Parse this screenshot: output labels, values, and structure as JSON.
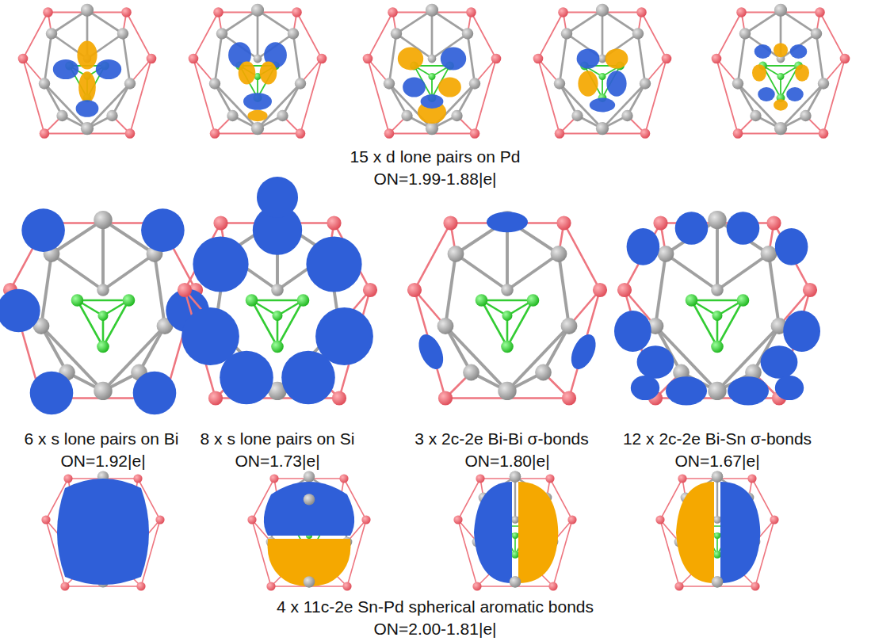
{
  "diagram": {
    "labels": [
      "15 x d lone pairs on Pd",
      "ON=1.99-1.88|e|",
      "6 x s lone pairs on Bi",
      "ON=1.92|e|",
      "8 x s lone pairs on Si",
      "ON=1.73|e|",
      "3 x 2c-2e Bi-Bi σ-bonds",
      "ON=1.80|e|",
      "12 x 2c-2e Bi-Sn σ-bonds",
      "ON=1.67|e|",
      "4 x 11c-2e Sn-Pd spherical aromatic bonds",
      "ON=2.00-1.81|e|"
    ]
  }
}
